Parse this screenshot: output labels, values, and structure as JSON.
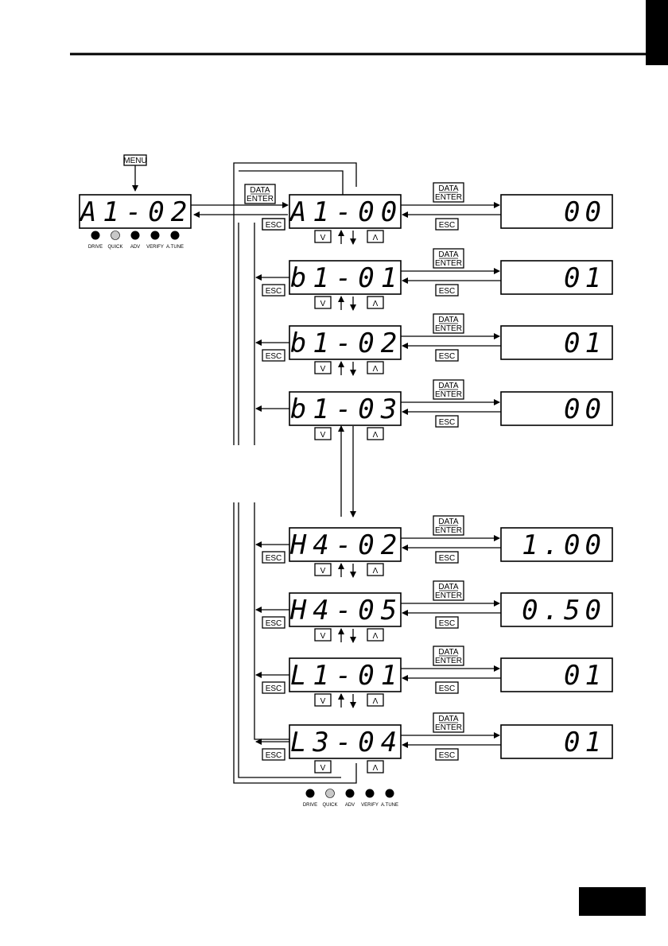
{
  "header": {
    "page_number": ""
  },
  "buttons": {
    "menu": "MENU",
    "data": "DATA",
    "enter": "ENTER",
    "esc": "ESC",
    "down_glyph": "V",
    "up_glyph": "Λ"
  },
  "start_display": {
    "code": "A1-02"
  },
  "indicators": {
    "labels": [
      "DRIVE",
      "QUICK",
      "ADV",
      "VERIFY",
      "A.TUNE"
    ],
    "active_label": "QUICK"
  },
  "parameters": [
    {
      "code": "A1-00",
      "value": "00"
    },
    {
      "code": "b1-01",
      "value": "01"
    },
    {
      "code": "b1-02",
      "value": "01"
    },
    {
      "code": "b1-03",
      "value": "00"
    },
    {
      "code": "H4-02",
      "value": "1.00"
    },
    {
      "code": "H4-05",
      "value": "0.50"
    },
    {
      "code": "L1-01",
      "value": "01"
    },
    {
      "code": "L3-04",
      "value": "01"
    }
  ],
  "colors": {
    "ink": "#000000",
    "inactive_led": "#c8c8c8",
    "paper": "#ffffff"
  }
}
